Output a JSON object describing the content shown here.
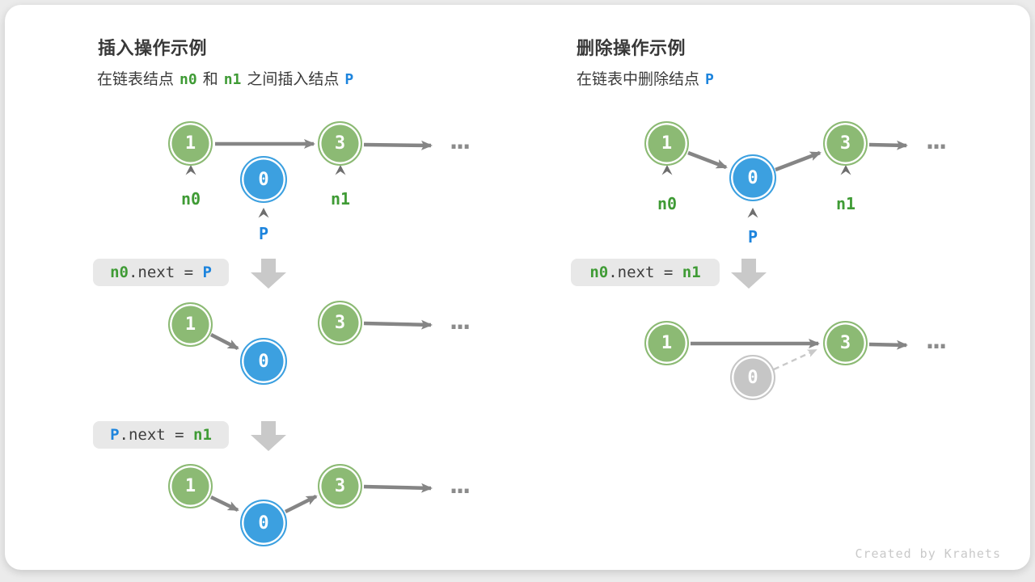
{
  "theme": {
    "page_bg": "#ebebeb",
    "card_bg": "#ffffff",
    "node_green": "#8cba74",
    "node_blue": "#3ca0e0",
    "node_gray": "#c6c6c6",
    "text_green": "#3f9b35",
    "text_blue": "#1d84dd",
    "arrow_gray": "#858585",
    "soft_gray": "#c9c9c9",
    "code_bg": "#e8e8e8",
    "code_text": "#3d3d3d",
    "title_color": "#383838",
    "body_text": "#3a3a3a",
    "caret_color": "#6e6e6e",
    "dots_color": "#8b8b8b",
    "footer_color": "#c9c9c9"
  },
  "insert_panel": {
    "title": "插入操作示例",
    "subtitle": {
      "t1": "在链表结点",
      "n0": "n0",
      "t2": "和",
      "n1": "n1",
      "t3": "之间插入结点",
      "p": "P"
    },
    "code_step1": {
      "lhs": "n0",
      "op": ".next = ",
      "rhs": "P"
    },
    "code_step2": {
      "lhs": "P",
      "op": ".next = ",
      "rhs": "n1"
    }
  },
  "delete_panel": {
    "title": "删除操作示例",
    "subtitle": {
      "t1": "在链表中删除结点",
      "p": "P"
    },
    "code_step1": {
      "lhs": "n0",
      "op": ".next = ",
      "rhs": "n1"
    }
  },
  "node_values": {
    "one": "1",
    "zero": "0",
    "three": "3"
  },
  "pointer_labels": {
    "n0": "n0",
    "n1": "n1",
    "p": "P"
  },
  "ellipsis": "...",
  "footer": "Created by Krahets"
}
